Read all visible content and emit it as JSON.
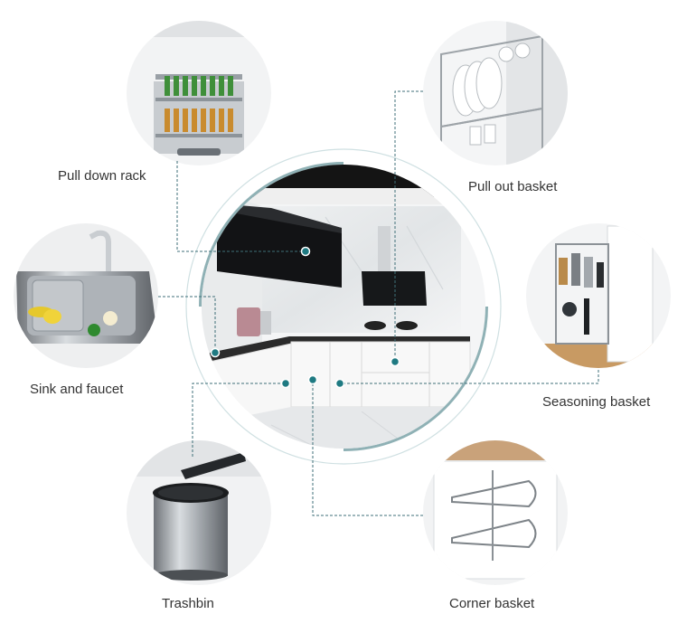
{
  "labels": {
    "pull_down_rack": "Pull down rack",
    "pull_out_basket": "Pull out basket",
    "sink_and_faucet": "Sink and faucet",
    "seasoning_basket": "Seasoning basket",
    "trashbin": "Trashbin",
    "corner_basket": "Corner basket"
  },
  "colors": {
    "accent": "#8fb1b5",
    "connector": "#3f6f78",
    "dot": "#1f7a82",
    "text": "#333333"
  }
}
